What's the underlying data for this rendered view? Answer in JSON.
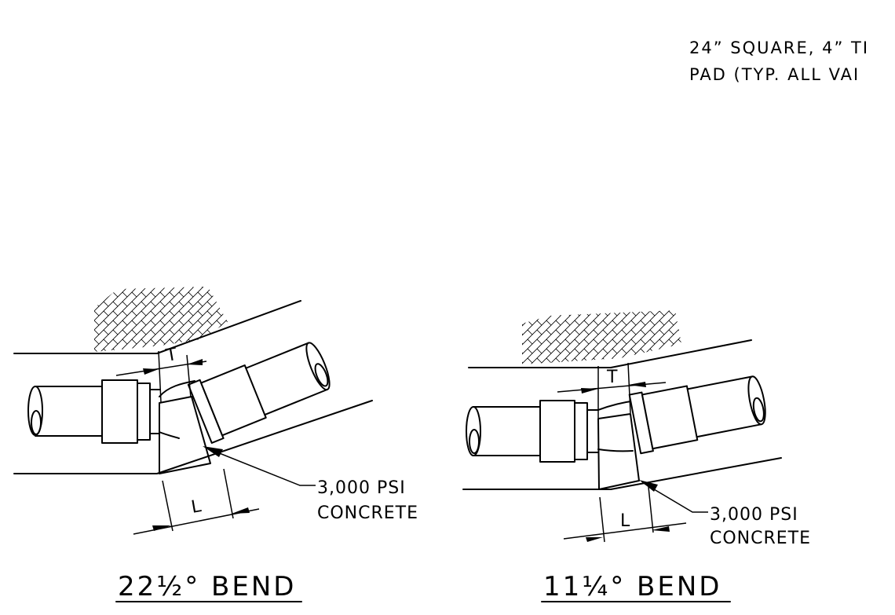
{
  "note": {
    "line1": "24” SQUARE, 4” TI",
    "line2": "PAD (TYP. ALL VAI"
  },
  "detail_left": {
    "title": "22½° BEND",
    "dim_t": "T",
    "dim_l": "L",
    "callout_line1": "3,000 PSI",
    "callout_line2": "CONCRETE"
  },
  "detail_right": {
    "title": "11¼° BEND",
    "dim_t": "T",
    "dim_l": "L",
    "callout_line1": "3,000 PSI",
    "callout_line2": "CONCRETE"
  }
}
